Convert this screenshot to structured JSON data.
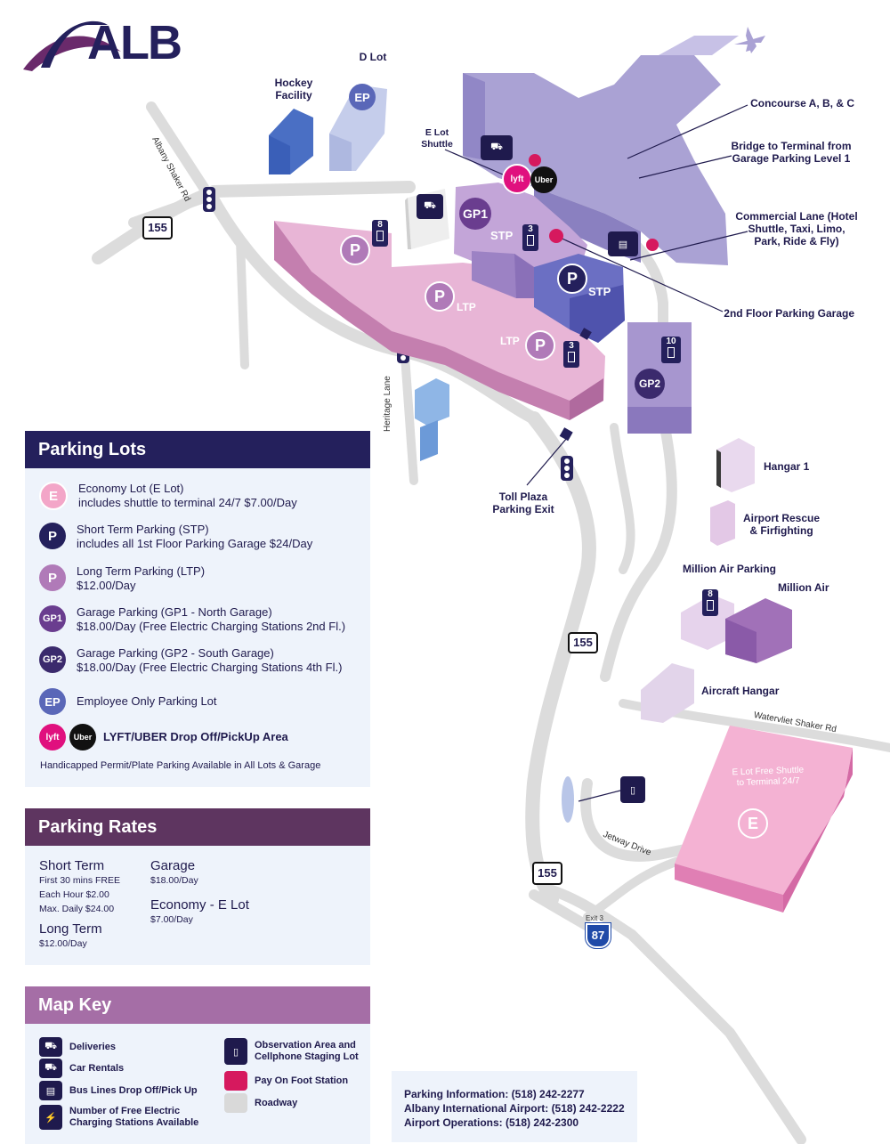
{
  "brand": {
    "logo_text": "ALB"
  },
  "map_labels": {
    "d_lot": "D Lot",
    "hockey": "Hockey Facility",
    "e_lot_shuttle": "E Lot Shuttle",
    "concourse": "Concourse A, B, & C",
    "bridge": "Bridge to Terminal from Garage Parking Level 1",
    "commercial_lane": "Commercial Lane (Hotel Shuttle, Taxi, Limo, Park, Ride & Fly)",
    "second_floor": "2nd Floor Parking Garage",
    "toll_plaza": "Toll Plaza Parking Exit",
    "hangar1": "Hangar 1",
    "rescue": "Airport Rescue & Firfighting",
    "million_air_parking": "Million Air Parking",
    "million_air": "Million Air",
    "aircraft_hangar": "Aircraft Hangar",
    "e_lot_big": "E Lot Free Shuttle to Terminal 24/7",
    "stp": "STP",
    "ltp": "LTP",
    "ltp2": "LTP",
    "stp2": "STP",
    "gp1": "GP1",
    "gp2": "GP2",
    "ep": "EP",
    "p": "P",
    "e": "E",
    "uber": "Uber",
    "lyft": "lyft"
  },
  "roads": {
    "albany_shaker": "Albany Shaker Rd",
    "heritage": "Heritage Lane",
    "watervliet": "Watervliet Shaker Rd",
    "jetway": "Jetway Drive",
    "route_155_a": "155",
    "route_155_b": "155",
    "route_155_c": "155",
    "exit3": "Exit 3",
    "i87": "87"
  },
  "charging_counts": {
    "stp": "3",
    "ltp_top": "8",
    "ltp_bottom": "3",
    "gp2": "10",
    "million_air": "8"
  },
  "parking_lots": {
    "title": "Parking Lots",
    "items": [
      {
        "badge": "E",
        "color": "#f3a6c8",
        "line1": "Economy Lot (E Lot)",
        "line2": "includes shuttle to terminal 24/7 $7.00/Day"
      },
      {
        "badge": "P",
        "color": "#24205c",
        "line1": "Short Term Parking (STP)",
        "line2": "includes all 1st Floor Parking Garage $24/Day"
      },
      {
        "badge": "P",
        "color": "#b07ab8",
        "line1": "Long Term Parking (LTP)",
        "line2": "$12.00/Day"
      },
      {
        "badge": "GP1",
        "color": "#6a3d8f",
        "line1": "Garage Parking (GP1 - North Garage)",
        "line2": "$18.00/Day (Free Electric Charging Stations 2nd Fl.)"
      },
      {
        "badge": "GP2",
        "color": "#3b2a6d",
        "line1": "Garage Parking (GP2 - South Garage)",
        "line2": "$18.00/Day (Free Electric Charging Stations 4th Fl.)"
      },
      {
        "badge": "EP",
        "color": "#5a67b8",
        "line1": "Employee Only Parking Lot",
        "line2": ""
      }
    ],
    "rideshare": "LYFT/UBER Drop Off/PickUp Area",
    "handicap_note": "Handicapped Permit/Plate Parking Available in All Lots & Garage"
  },
  "parking_rates": {
    "title": "Parking Rates",
    "short_term": "Short Term",
    "short_lines": [
      "First 30 mins FREE",
      "Each Hour $2.00",
      "Max. Daily $24.00"
    ],
    "long_term": "Long Term",
    "long_line": "$12.00/Day",
    "garage": "Garage",
    "garage_line": "$18.00/Day",
    "economy": "Economy - E Lot",
    "economy_line": "$7.00/Day"
  },
  "map_key": {
    "title": "Map Key",
    "deliveries": "Deliveries",
    "car_rentals": "Car Rentals",
    "bus": "Bus Lines Drop Off/Pick Up",
    "charging": "Number of Free Electric Charging Stations Available",
    "observation": "Observation Area and Cellphone Staging Lot",
    "pay_station": "Pay On Foot Station",
    "roadway": "Roadway"
  },
  "contacts": {
    "parking_info": "Parking Information: (518) 242-2277",
    "airport": "Albany International Airport: (518) 242-2222",
    "operations": "Airport Operations: (518) 242-2300"
  },
  "colors": {
    "navy": "#24205c",
    "concourse": "#aaa2d4",
    "ltp_pink": "#e8b5d6",
    "stp_blue": "#6b6fc3",
    "gp_purple": "#a796cf",
    "e_lot_pink": "#f4b2d3",
    "road": "#d9d9d9",
    "pay_station": "#d6195e"
  }
}
